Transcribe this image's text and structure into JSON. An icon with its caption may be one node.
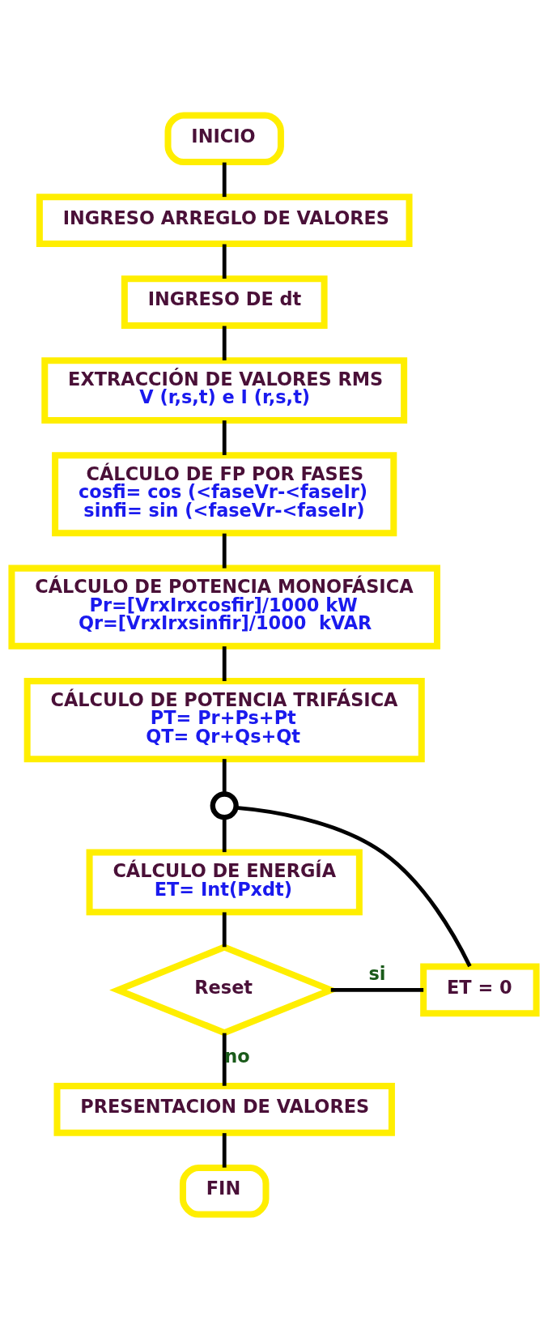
{
  "diagram": {
    "nodes": [
      {
        "text": [
          "INICIO"
        ]
      },
      {
        "text": [
          "INGRESO ARREGLO DE VALORES"
        ]
      },
      {
        "text": [
          "INGRESO DE dt"
        ]
      },
      {
        "text": [
          "EXTRACCIÓN DE VALORES RMS",
          "V (r,s,t) e I (r,s,t)"
        ]
      },
      {
        "text": [
          "CÁLCULO DE FP POR FASES",
          "cosfi= cos (<faseVr-<faseIr)",
          "sinfi= sin (<faseVr-<faseIr)"
        ]
      },
      {
        "text": [
          "CÁLCULO DE POTENCIA MONOFÁSICA",
          "Pr=[VrxIrxcosfir]/1000 kW",
          "Qr=[VrxIrxsinfir]/1000  kVAR"
        ]
      },
      {
        "text": [
          "CÁLCULO DE POTENCIA TRIFÁSICA",
          "PT= Pr+Ps+Pt",
          "QT= Qr+Qs+Qt"
        ]
      },
      {
        "text": [],
        "shape": "circle"
      },
      {
        "text": [
          "CÁLCULO DE ENERGÍA",
          "ET= Int(Pxdt)"
        ]
      },
      {
        "text": [
          "Reset"
        ]
      },
      {
        "text": [
          "ET = 0"
        ]
      },
      {
        "text": [
          "PRESENTACION DE VALORES"
        ]
      },
      {
        "text": [
          "FIN"
        ]
      }
    ],
    "edges": [
      {
        "from": 0,
        "to": 1,
        "arrow": "none"
      },
      {
        "from": 1,
        "to": 2,
        "arrow": "none"
      },
      {
        "from": 2,
        "to": 3,
        "arrow": "none"
      },
      {
        "from": 3,
        "to": 4,
        "arrow": "none"
      },
      {
        "from": 4,
        "to": 5,
        "arrow": "none"
      },
      {
        "from": 5,
        "to": 6,
        "arrow": "none"
      },
      {
        "from": 6,
        "to": 7,
        "arrow": "none"
      },
      {
        "from": 7,
        "to": 8,
        "arrow": "none"
      },
      {
        "from": 8,
        "to": 9,
        "arrow": "none"
      },
      {
        "from": 9,
        "to": 10,
        "label": "si",
        "arrow": "none"
      },
      {
        "from": 10,
        "to": 7,
        "arrow": "none"
      },
      {
        "from": 9,
        "to": 11,
        "label": "no",
        "arrow": "none"
      },
      {
        "from": 11,
        "to": 12,
        "arrow": "none"
      }
    ]
  }
}
